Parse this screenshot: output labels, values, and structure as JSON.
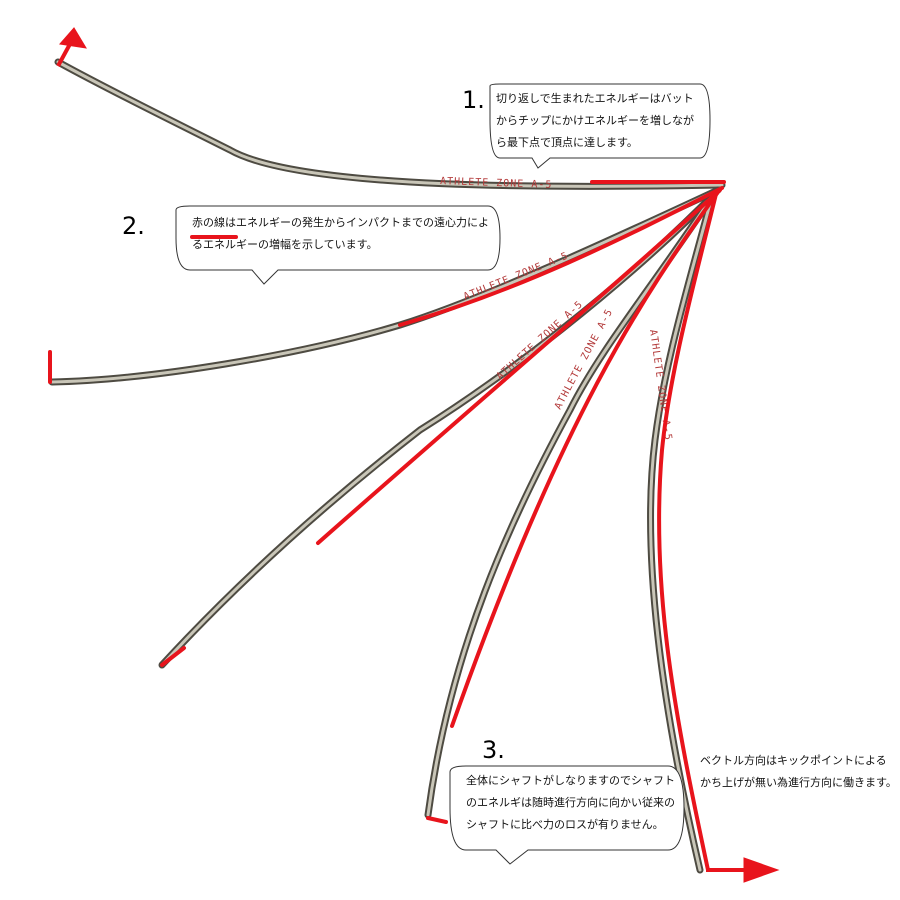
{
  "callouts": [
    {
      "number": "1.",
      "text": "切り返しで生まれたエネルギーはバット\nからチップにかけエネルギーを増しなが\nら最下点で頂点に達します。"
    },
    {
      "number": "2.",
      "text_highlight": "赤の線",
      "text_rest": "はエネルギーの発生からインパクトまでの遠心力によ\nるエネルギーの増幅を示しています。"
    },
    {
      "number": "3.",
      "text": "全体にシャフトがしなりますのでシャフト\nのエネルギは随時進行方向に向かい従来の\nシャフトに比べ力のロスが有りません。"
    }
  ],
  "note": "ベクトル方向はキックポイントによる\nかち上げが無い為進行方向に働きます。",
  "shaft_label": "ATHLETE ZONE A-5",
  "colors": {
    "accent_red": "#e8141c",
    "shaft_dark": "#6e6a5e",
    "shaft_light": "#c9c6b8"
  },
  "icons": [
    "arrow-up-icon",
    "arrow-right-icon"
  ]
}
